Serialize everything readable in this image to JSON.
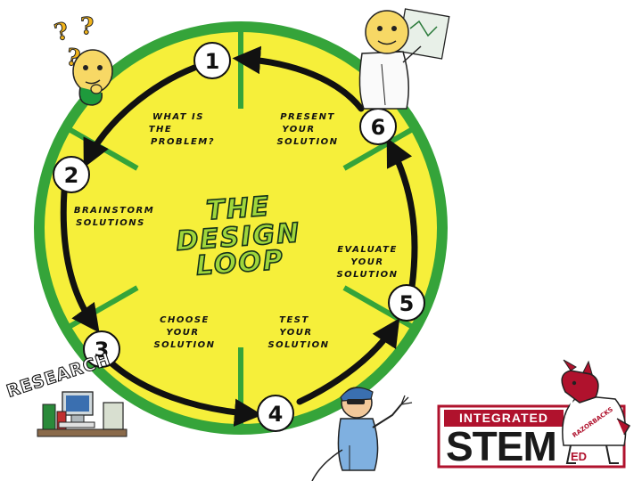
{
  "diagram": {
    "title_lines": [
      "THE",
      "DESIGN",
      "LOOP"
    ],
    "steps": [
      {
        "number": "1",
        "label_lines": [
          "WHAT IS",
          "THE",
          "PROBLEM?"
        ]
      },
      {
        "number": "2",
        "label_lines": [
          "BRAINSTORM",
          "SOLUTIONS"
        ]
      },
      {
        "number": "3",
        "label_lines": [
          "CHOOSE",
          "YOUR",
          "SOLUTION"
        ]
      },
      {
        "number": "4",
        "label_lines": [
          "TEST",
          "YOUR",
          "SOLUTION"
        ]
      },
      {
        "number": "5",
        "label_lines": [
          "EVALUATE",
          "YOUR",
          "SOLUTION"
        ]
      },
      {
        "number": "6",
        "label_lines": [
          "PRESENT",
          "YOUR",
          "SOLUTION"
        ]
      }
    ],
    "research_word": "RESEARCH",
    "colors": {
      "disc_fill": "#f6ef3a",
      "disc_border": "#35a43a",
      "title_fill": "#9fd63a",
      "arrow": "#111111"
    }
  },
  "logo": {
    "top_word": "INTEGRATED",
    "main_word": "STEM",
    "suffix": "ED",
    "jersey_text": "RAZORBACKS",
    "colors": {
      "red": "#b0122d",
      "black": "#1a1a1a"
    }
  },
  "icons": [
    "thinking-face-icon",
    "question-marks-icon",
    "presenter-face-icon",
    "computer-desk-icon",
    "welder-figure-icon",
    "razorback-mascot-icon"
  ]
}
